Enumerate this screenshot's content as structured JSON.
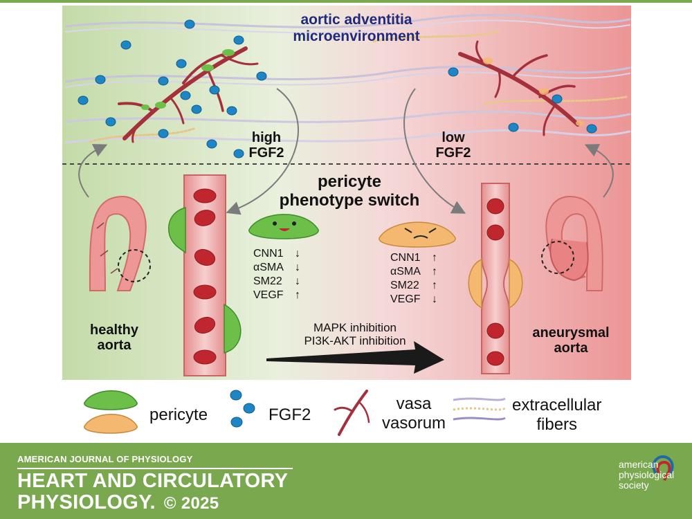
{
  "diagram": {
    "title_line1": "aortic adventitia",
    "title_line2": "microenvironment",
    "high_fgf2_line1": "high",
    "high_fgf2_line2": "FGF2",
    "low_fgf2_line1": "low",
    "low_fgf2_line2": "FGF2",
    "switch_line1": "pericyte",
    "switch_line2": "phenotype switch",
    "healthy_line1": "healthy",
    "healthy_line2": "aorta",
    "aneurysmal_line1": "aneurysmal",
    "aneurysmal_line2": "aorta",
    "healthy_markers": [
      {
        "name": "CNN1",
        "arrow": "↓"
      },
      {
        "name": "αSMA",
        "arrow": "↓"
      },
      {
        "name": "SM22",
        "arrow": "↓"
      },
      {
        "name": "VEGF",
        "arrow": "↑"
      }
    ],
    "aneurysmal_markers": [
      {
        "name": "CNN1",
        "arrow": "↑"
      },
      {
        "name": "αSMA",
        "arrow": "↑"
      },
      {
        "name": "SM22",
        "arrow": "↑"
      },
      {
        "name": "VEGF",
        "arrow": "↓"
      }
    ],
    "inhibition_line1": "MAPK inhibition",
    "inhibition_line2": "PI3K-AKT inhibition"
  },
  "legend": {
    "pericyte": "pericyte",
    "fgf2": "FGF2",
    "vasa_line1": "vasa",
    "vasa_line2": "vasorum",
    "fibers_line1": "extracellular",
    "fibers_line2": "fibers"
  },
  "footer": {
    "journal_top": "AMERICAN JOURNAL OF PHYSIOLOGY",
    "journal_line1": "HEART AND CIRCULATORY",
    "journal_line2": "PHYSIOLOGY.",
    "copyright": "© 2025",
    "society_line1": "american",
    "society_line2": "physiological",
    "society_line3": "society"
  },
  "colors": {
    "green_bg": "#c9ddb0",
    "red_bg": "#ee9d9d",
    "footer_green": "#7aa84f",
    "title_blue": "#1f2a7a",
    "fgf2_blue": "#1e86c4",
    "vessel_red": "#a3303a",
    "pericyte_green": "#6cc04a",
    "pericyte_orange": "#f4b870"
  }
}
